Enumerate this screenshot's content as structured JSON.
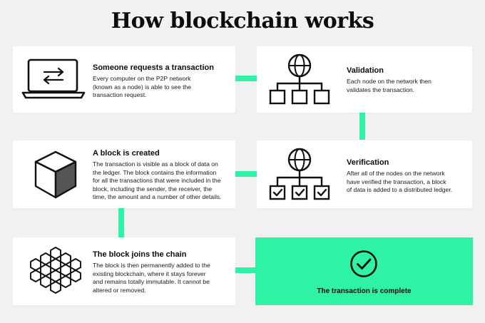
{
  "title": "How blockchain works",
  "colors": {
    "accent": "#2ef3a4",
    "card": "#ffffff",
    "background": "#f1f1f1",
    "ink": "#111111"
  },
  "steps": [
    {
      "heading": "Someone requests a transaction",
      "lines": [
        "Every computer on the P2P network",
        "(known as a node) is able to see the",
        "transaction request."
      ],
      "icon": "laptop-transfer-icon"
    },
    {
      "heading": "Validation",
      "lines": [
        "Each node on the network then",
        "validates the transaction."
      ],
      "icon": "globe-network-icon"
    },
    {
      "heading": "A block is created",
      "lines": [
        "The transaction is visible as a block of data on",
        "the ledger. The block contains the information",
        "for all the transactions that were included in the",
        "block, including the sender, the receiver, the",
        "time, the amount and a number of other details."
      ],
      "icon": "cube-block-icon"
    },
    {
      "heading": "Verification",
      "lines": [
        "After all of the nodes on the network",
        "have verified the transaction, a block",
        "of data is added to a distributed ledger."
      ],
      "icon": "globe-checks-icon"
    },
    {
      "heading": "The block joins the chain",
      "lines": [
        "The block is then permanently added to the",
        "existing blockchain, where it stays forever",
        "and remains totally immutable. It cannot be",
        "altered or removed."
      ],
      "icon": "block-chain-icon"
    }
  ],
  "final": {
    "label": "The transaction is complete",
    "icon": "check-circle-icon"
  }
}
